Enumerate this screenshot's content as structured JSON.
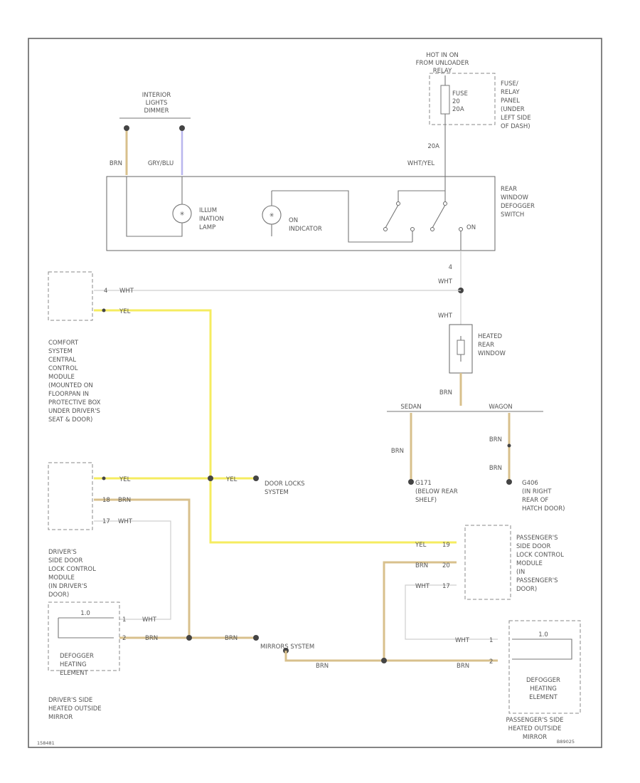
{
  "labels": {
    "hot_in_on": [
      "HOT IN ON",
      "FROM UNLOADER",
      "RELAY"
    ],
    "fuse": [
      "FUSE",
      "20",
      "20A"
    ],
    "fuse_relay_panel": [
      "FUSE/",
      "RELAY",
      "PANEL",
      "(UNDER",
      "LEFT SIDE",
      "OF DASH)"
    ],
    "wire_20a": "20A",
    "interior_lights": [
      "INTERIOR",
      "LIGHTS",
      "DIMMER"
    ],
    "wire_brn_top": "BRN",
    "wire_gry_blu": "GRY/BLU",
    "wire_wht_yel": "WHT/YEL",
    "rear_window_defogger_switch": [
      "REAR",
      "WINDOW",
      "DEFOGGER",
      "SWITCH"
    ],
    "illumination_lamp": [
      "ILLUM",
      "INATION",
      "LAMP"
    ],
    "on_indicator": [
      "ON",
      "INDICATOR"
    ],
    "switch_on": "ON",
    "pin_4": "4",
    "wire_wht_1": "WHT",
    "wire_wht_2": "WHT",
    "heated_rear_window": [
      "HEATED",
      "REAR",
      "WINDOW"
    ],
    "wire_brn_hrw": "BRN",
    "sedan": "SEDAN",
    "wagon": "WAGON",
    "wire_brn_sedan": "BRN",
    "wire_brn_wagon_1": "BRN",
    "wire_brn_wagon_2": "BRN",
    "g171": [
      "G171",
      "(BELOW REAR",
      "SHELF)"
    ],
    "g406": [
      "G406",
      "(IN RIGHT",
      "REAR OF",
      "HATCH DOOR)"
    ],
    "comfort_wire_wht": "WHT",
    "comfort_wire_yel": "YEL",
    "comfort_module": [
      "COMFORT",
      "SYSTEM",
      "CENTRAL",
      "CONTROL",
      "MODULE",
      "(MOUNTED ON",
      "FLOORPAN IN",
      "PROTECTIVE BOX",
      "UNDER DRIVER'S",
      "SEAT & DOOR)"
    ],
    "drv_wire_yel": "YEL",
    "door_locks_yel": "YEL",
    "door_locks": [
      "DOOR LOCKS",
      "SYSTEM"
    ],
    "drv_wire_brn": "BRN",
    "drv_wire_wht": "WHT",
    "drivers_module": [
      "DRIVER'S",
      "SIDE DOOR",
      "LOCK CONTROL",
      "MODULE",
      "(IN DRIVER'S",
      "DOOR)"
    ],
    "drv_heater_label": "1.0",
    "drv_wire_wht_b": "WHT",
    "drv_wire_brn_b": "BRN",
    "brn_to_mirrors": "BRN",
    "mirrors_system": "MIRRORS SYSTEM",
    "brn_low_1": "BRN",
    "brn_low_2": "BRN",
    "defogger_heating_drv": [
      "DEFOGGER",
      "HEATING",
      "ELEMENT"
    ],
    "drivers_mirror": [
      "DRIVER'S SIDE",
      "HEATED OUTSIDE",
      "MIRROR"
    ],
    "pass_wire_yel": "YEL",
    "pass_wire_brn": "BRN",
    "pass_wire_wht": "WHT",
    "passengers_module": [
      "PASSENGER'S",
      "SIDE DOOR",
      "LOCK CONTROL",
      "MODULE",
      "(IN",
      "PASSENGER'S",
      "DOOR)"
    ],
    "pass_wire_wht_b": "WHT",
    "pass_heater_label": "1.0",
    "defogger_heating_pass": [
      "DEFOGGER",
      "HEATING",
      "ELEMENT"
    ],
    "passengers_mirror": [
      "PASSENGER'S SIDE",
      "HEATED OUTSIDE",
      "MIRROR"
    ],
    "footer_left": "158481",
    "footer_right": "B89025"
  },
  "wire_colors": {
    "yellow": "#f5ec60",
    "brown": "#d8c08c",
    "violet": "#b9b6ee",
    "white": "#cfcfcf"
  }
}
